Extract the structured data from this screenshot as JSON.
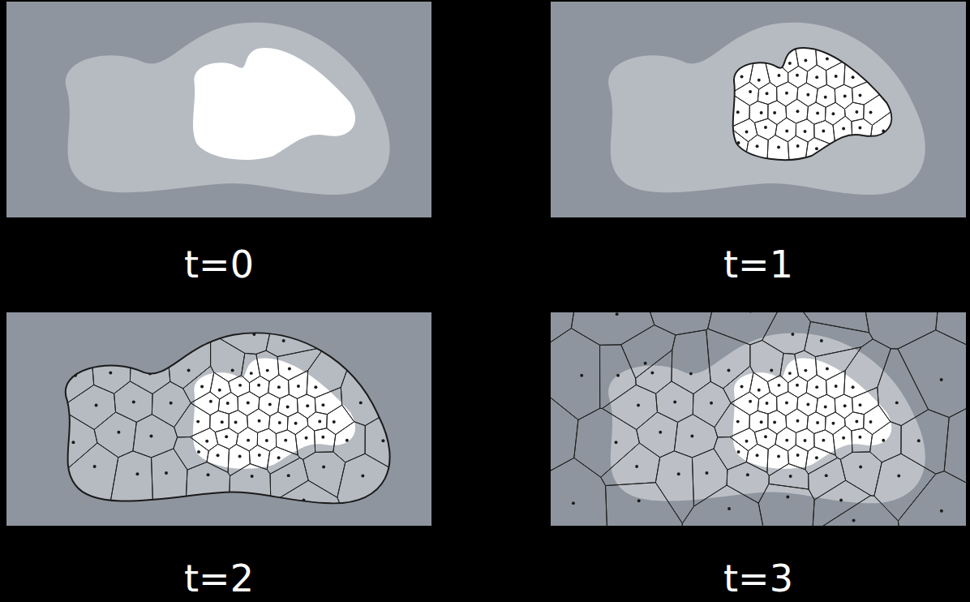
{
  "diagram": {
    "labels": [
      "t=0",
      "t=1",
      "t=2",
      "t=3"
    ]
  }
}
